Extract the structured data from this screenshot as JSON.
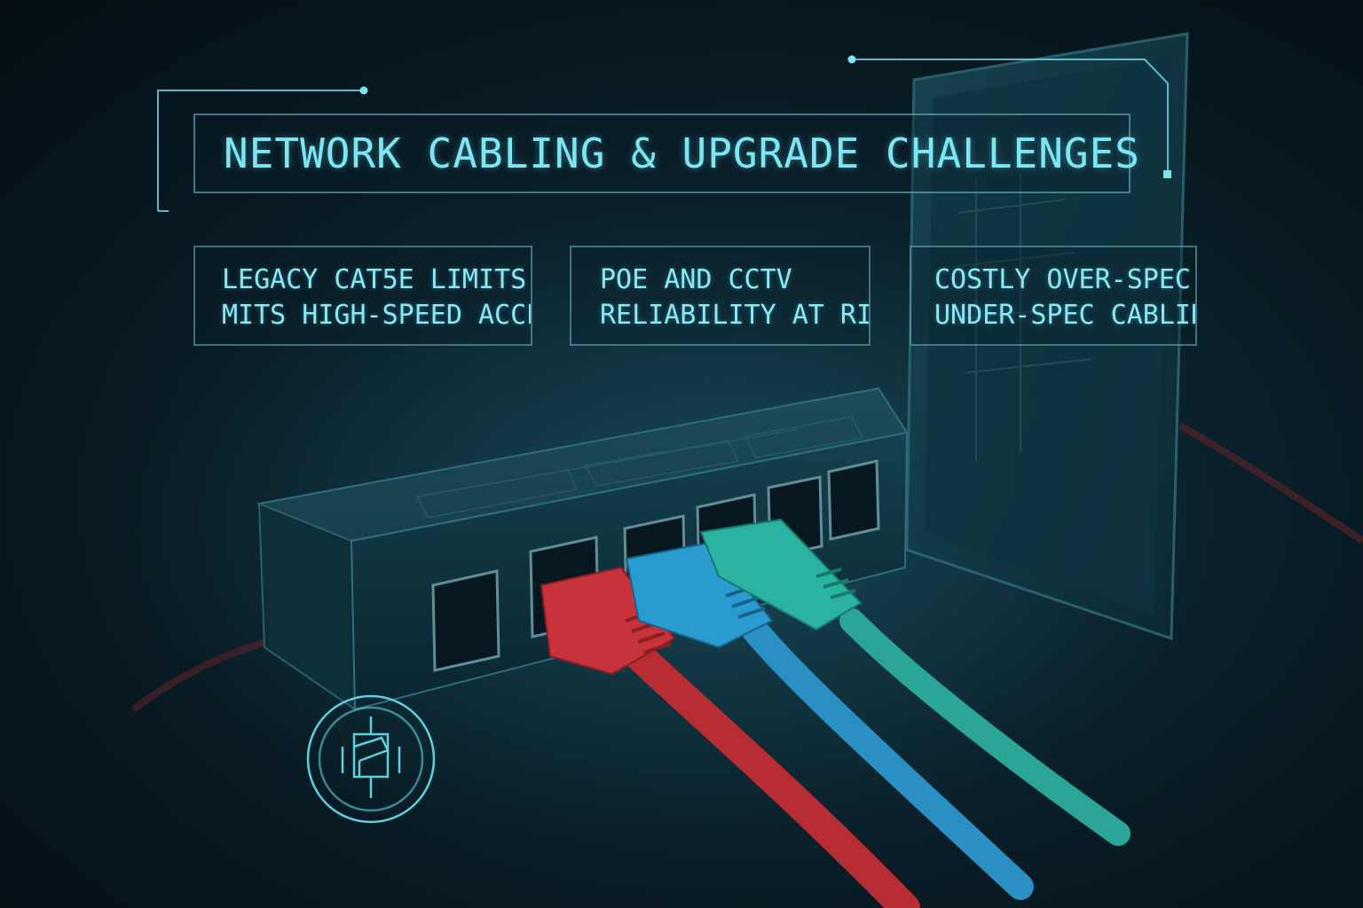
{
  "title": "NETWORK CABLING & UPGRADE CHALLENGES",
  "cards": [
    {
      "line1": "LEGACY CAT5E LIMITS",
      "line2": "MITS HIGH-SPEED ACCES"
    },
    {
      "line1": "POE AND CCTV",
      "line2": "RELIABILITY AT RISK"
    },
    {
      "line1": "COSTLY OVER-SPEC",
      "line2": "UNDER-SPEC CABLING"
    }
  ],
  "colors": {
    "accent": "#7ee6f2",
    "cable_red": "#c8323a",
    "cable_blue": "#2a9bd0",
    "cable_green": "#2ab3a0"
  },
  "icons": [
    "network-switch-icon"
  ]
}
